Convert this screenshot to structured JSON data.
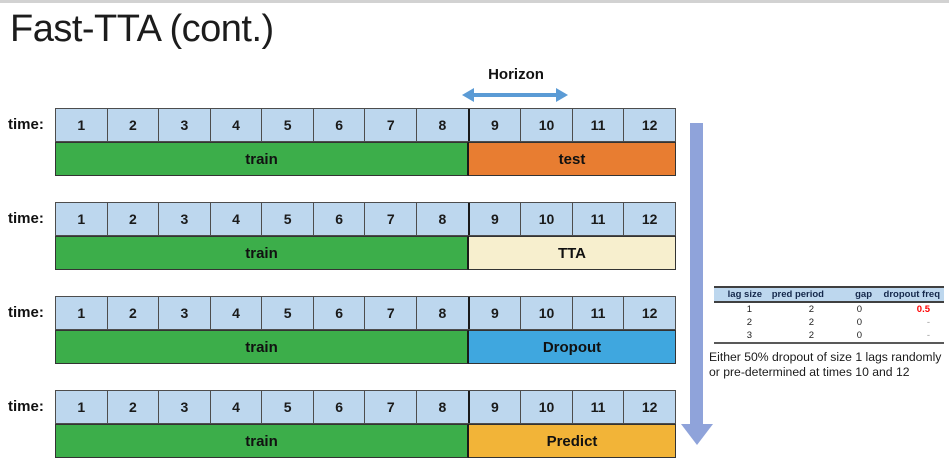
{
  "title": "Fast-TTA (cont.)",
  "horizon_label": "Horizon",
  "time_label": "time:",
  "cell_numbers": [
    "1",
    "2",
    "3",
    "4",
    "5",
    "6",
    "7",
    "8",
    "9",
    "10",
    "11",
    "12"
  ],
  "timelines": [
    {
      "train_label": "train",
      "phase_label": "test",
      "phase_color": "#E87D31"
    },
    {
      "train_label": "train",
      "phase_label": "TTA",
      "phase_color": "#F7EFCE"
    },
    {
      "train_label": "train",
      "phase_label": "Dropout",
      "phase_color": "#3FA7DF"
    },
    {
      "train_label": "train",
      "phase_label": "Predict",
      "phase_color": "#F2B438"
    }
  ],
  "colors": {
    "cell_bg": "#BDD7EE",
    "train": "#3CAE4A",
    "horizon_arrow": "#5B9BD5",
    "flow_arrow": "#8FA3DA"
  },
  "table": {
    "headers": [
      "lag size",
      "pred period",
      "gap",
      "dropout freq"
    ],
    "rows": [
      [
        "1",
        "2",
        "0",
        "0.5"
      ],
      [
        "2",
        "2",
        "0",
        "-"
      ],
      [
        "3",
        "2",
        "0",
        "-"
      ]
    ],
    "highlight": {
      "row": 0,
      "col": 3,
      "color": "#FF0000"
    }
  },
  "caption": {
    "line1": "Either 50% dropout of size 1 lags randomly",
    "line2": "or pre-determined at times 10 and 12"
  }
}
